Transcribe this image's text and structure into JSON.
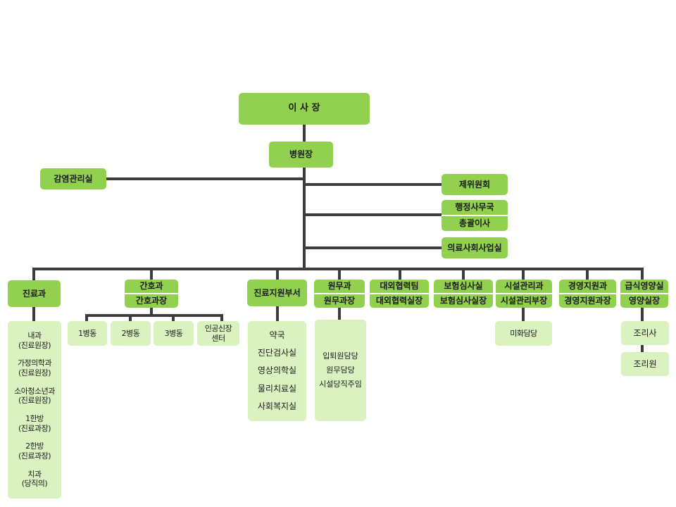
{
  "chairman": "이 사 장",
  "director": "병원장",
  "infection_control": "감염관리실",
  "committee": "제위원회",
  "admin_office": {
    "top": "행정사무국",
    "bottom": "총괄이사"
  },
  "social_work": "의료사회사업실",
  "medical": {
    "title": "진료과",
    "items": [
      {
        "name": "내과",
        "sub": "(진료원장)"
      },
      {
        "name": "가정의학과",
        "sub": "(진료원장)"
      },
      {
        "name": "소아청소년과",
        "sub": "(진료원장)"
      },
      {
        "name": "1한방",
        "sub": "(진료과장)"
      },
      {
        "name": "2한방",
        "sub": "(진료과장)"
      },
      {
        "name": "치과",
        "sub": "(당직의)"
      }
    ]
  },
  "nursing": {
    "top": "간호과",
    "bottom": "간호과장",
    "wards": [
      "1병동",
      "2병동",
      "3병동",
      "인공신장\n센터"
    ]
  },
  "support": {
    "title": "진료지원부서",
    "items": [
      "약국",
      "진단검사실",
      "영상의학실",
      "물리치료실",
      "사회복지실"
    ]
  },
  "general_affairs": {
    "top": "원무과",
    "bottom": "원무과장",
    "items": [
      "입퇴원담당",
      "원무담당",
      "시설당직주임"
    ]
  },
  "external": {
    "top": "대외협력팀",
    "bottom": "대외협력실장"
  },
  "insurance": {
    "top": "보험심사실",
    "bottom": "보험심사실장"
  },
  "facility": {
    "top": "시설관리과",
    "bottom": "시설관리부장",
    "child": "미화담당"
  },
  "management": {
    "top": "경영지원과",
    "bottom": "경영지원과장"
  },
  "nutrition": {
    "top": "급식영양실",
    "bottom": "영양실장",
    "children": [
      "조리사",
      "조리원"
    ]
  }
}
